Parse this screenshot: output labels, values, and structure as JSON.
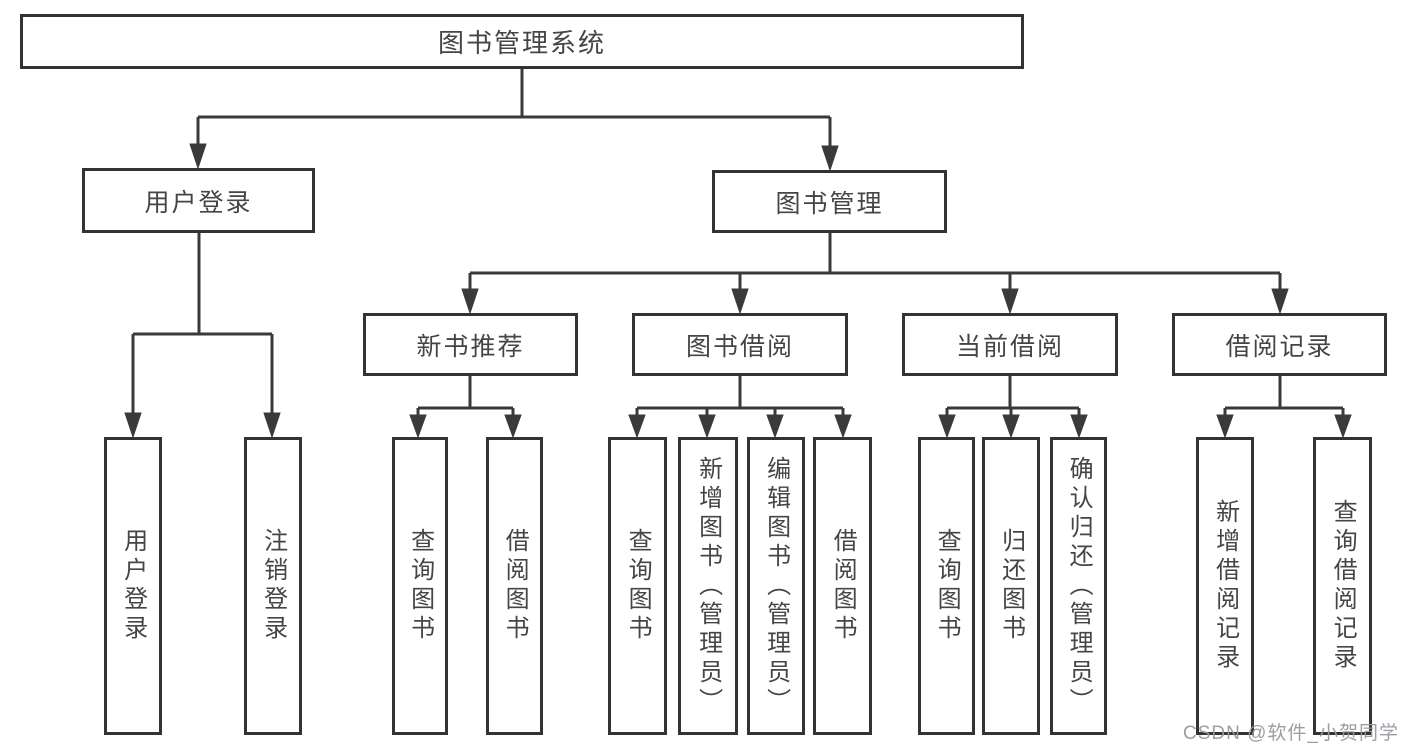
{
  "diagram_type": "hierarchy",
  "colors": {
    "background": "#ffffff",
    "line": "#3a3a3a",
    "box_border": "#333333",
    "text": "#454545",
    "watermark": "#96999e"
  },
  "tree": {
    "root": "图书管理系统",
    "branches": [
      {
        "label": "用户登录",
        "children": [
          "用户登录",
          "注销登录"
        ]
      },
      {
        "label": "图书管理",
        "groups": [
          {
            "label": "新书推荐",
            "children": [
              "查询图书",
              "借阅图书"
            ]
          },
          {
            "label": "图书借阅",
            "children": [
              "查询图书",
              "新增图书（管理员）",
              "编辑图书（管理员）",
              "借阅图书"
            ]
          },
          {
            "label": "当前借阅",
            "children": [
              "查询图书",
              "归还图书",
              "确认归还（管理员）"
            ]
          },
          {
            "label": "借阅记录",
            "children": [
              "新增借阅记录",
              "查询借阅记录"
            ]
          }
        ]
      }
    ]
  },
  "watermark": "CSDN @软件_小贺同学"
}
